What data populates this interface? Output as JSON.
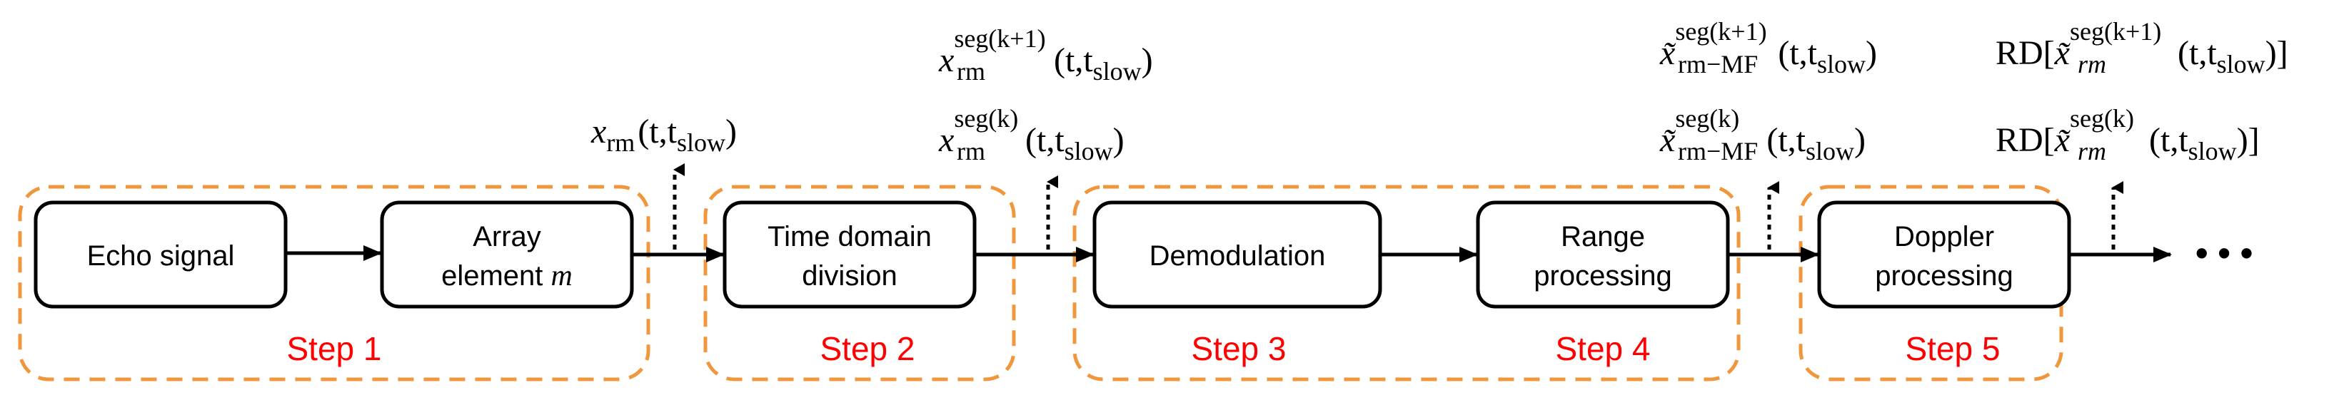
{
  "blocks": {
    "echo_signal": "Echo signal",
    "array_element_line1": "Array",
    "array_element_line2": "element",
    "array_element_var": "m",
    "time_domain_line1": "Time domain",
    "time_domain_line2": "division",
    "demodulation": "Demodulation",
    "range_line1": "Range",
    "range_line2": "processing",
    "doppler_line1": "Doppler",
    "doppler_line2": "processing"
  },
  "steps": {
    "step1": "Step 1",
    "step2": "Step 2",
    "step3": "Step 3",
    "step4": "Step 4",
    "step5": "Step 5"
  },
  "outputs": {
    "out1": {
      "base": "x",
      "sub": "rm",
      "args": "(t,t",
      "argsub": "slow",
      "close": ")"
    },
    "out2_top": {
      "base": "x",
      "sub": "rm",
      "sup": "seg(k+1)",
      "args": "(t,t",
      "argsub": "slow",
      "close": ")"
    },
    "out2_bottom": {
      "base": "x",
      "sub": "rm",
      "sup": "seg(k)",
      "args": "(t,t",
      "argsub": "slow",
      "close": ")"
    },
    "out3_top": {
      "base": "x̃",
      "sub": "rm−MF",
      "sup": "seg(k+1)",
      "args": "(t,t",
      "argsub": "slow",
      "close": ")"
    },
    "out3_bottom": {
      "base": "x̃",
      "sub": "rm−MF",
      "sup": "seg(k)",
      "args": "(t,t",
      "argsub": "slow",
      "close": ")"
    },
    "out4_top": {
      "prefix": "RD[",
      "base": "x̃",
      "sub": "rm",
      "sup": "seg(k+1)",
      "args": "(t,t",
      "argsub": "slow",
      "close": ")]"
    },
    "out4_bottom": {
      "prefix": "RD[",
      "base": "x̃",
      "sub": "rm",
      "sup": "seg(k)",
      "args": "(t,t",
      "argsub": "slow",
      "close": ")]"
    }
  },
  "ellipsis": "• • •",
  "colors": {
    "step_border": "#f0963c",
    "step_text": "#ff0000",
    "box_border": "#000000",
    "arrow": "#000000"
  }
}
